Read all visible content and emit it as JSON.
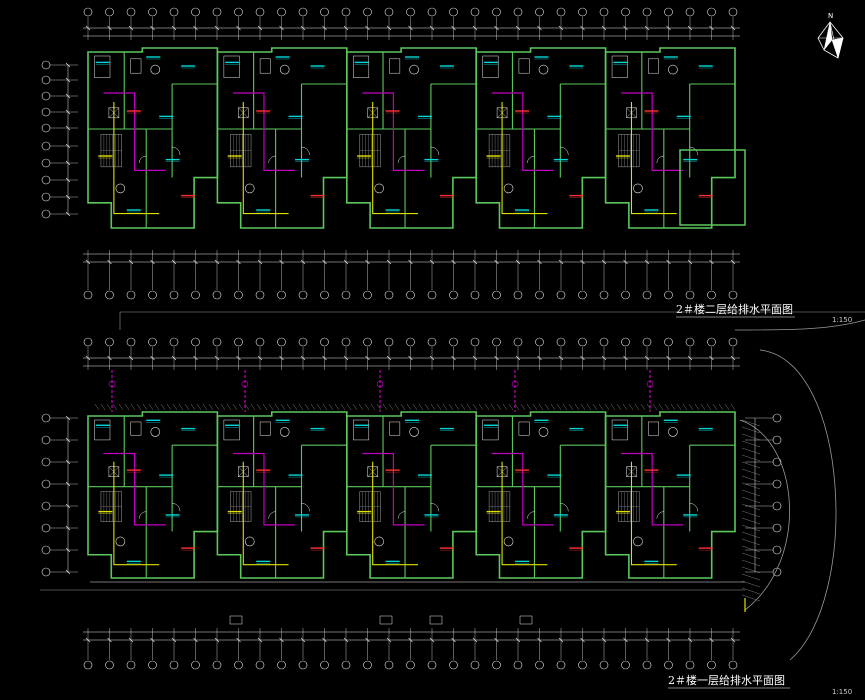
{
  "drawing": {
    "background": "#000000",
    "colors": {
      "wall": "#5cc85c",
      "grid": "#e8e8e8",
      "axis_bubble": "#e8e8e8",
      "pipe_supply": "#c000c0",
      "pipe_drain": "#e0e000",
      "label_cyan": "#00d8d8",
      "label_red": "#ff3030",
      "label_yellow": "#e0e000",
      "stair": "#8a8a8a",
      "site": "#9a9a9a"
    },
    "icons": [
      "north-arrow-icon"
    ],
    "north_label": "N",
    "plans": [
      {
        "id": "second-floor-plan",
        "title": "2＃楼二层给排水平面图",
        "scale": "1:150",
        "unit_count": 5
      },
      {
        "id": "first-floor-plan",
        "title": "2＃楼一层给排水平面图",
        "scale": "1:150",
        "unit_count": 5
      }
    ]
  }
}
